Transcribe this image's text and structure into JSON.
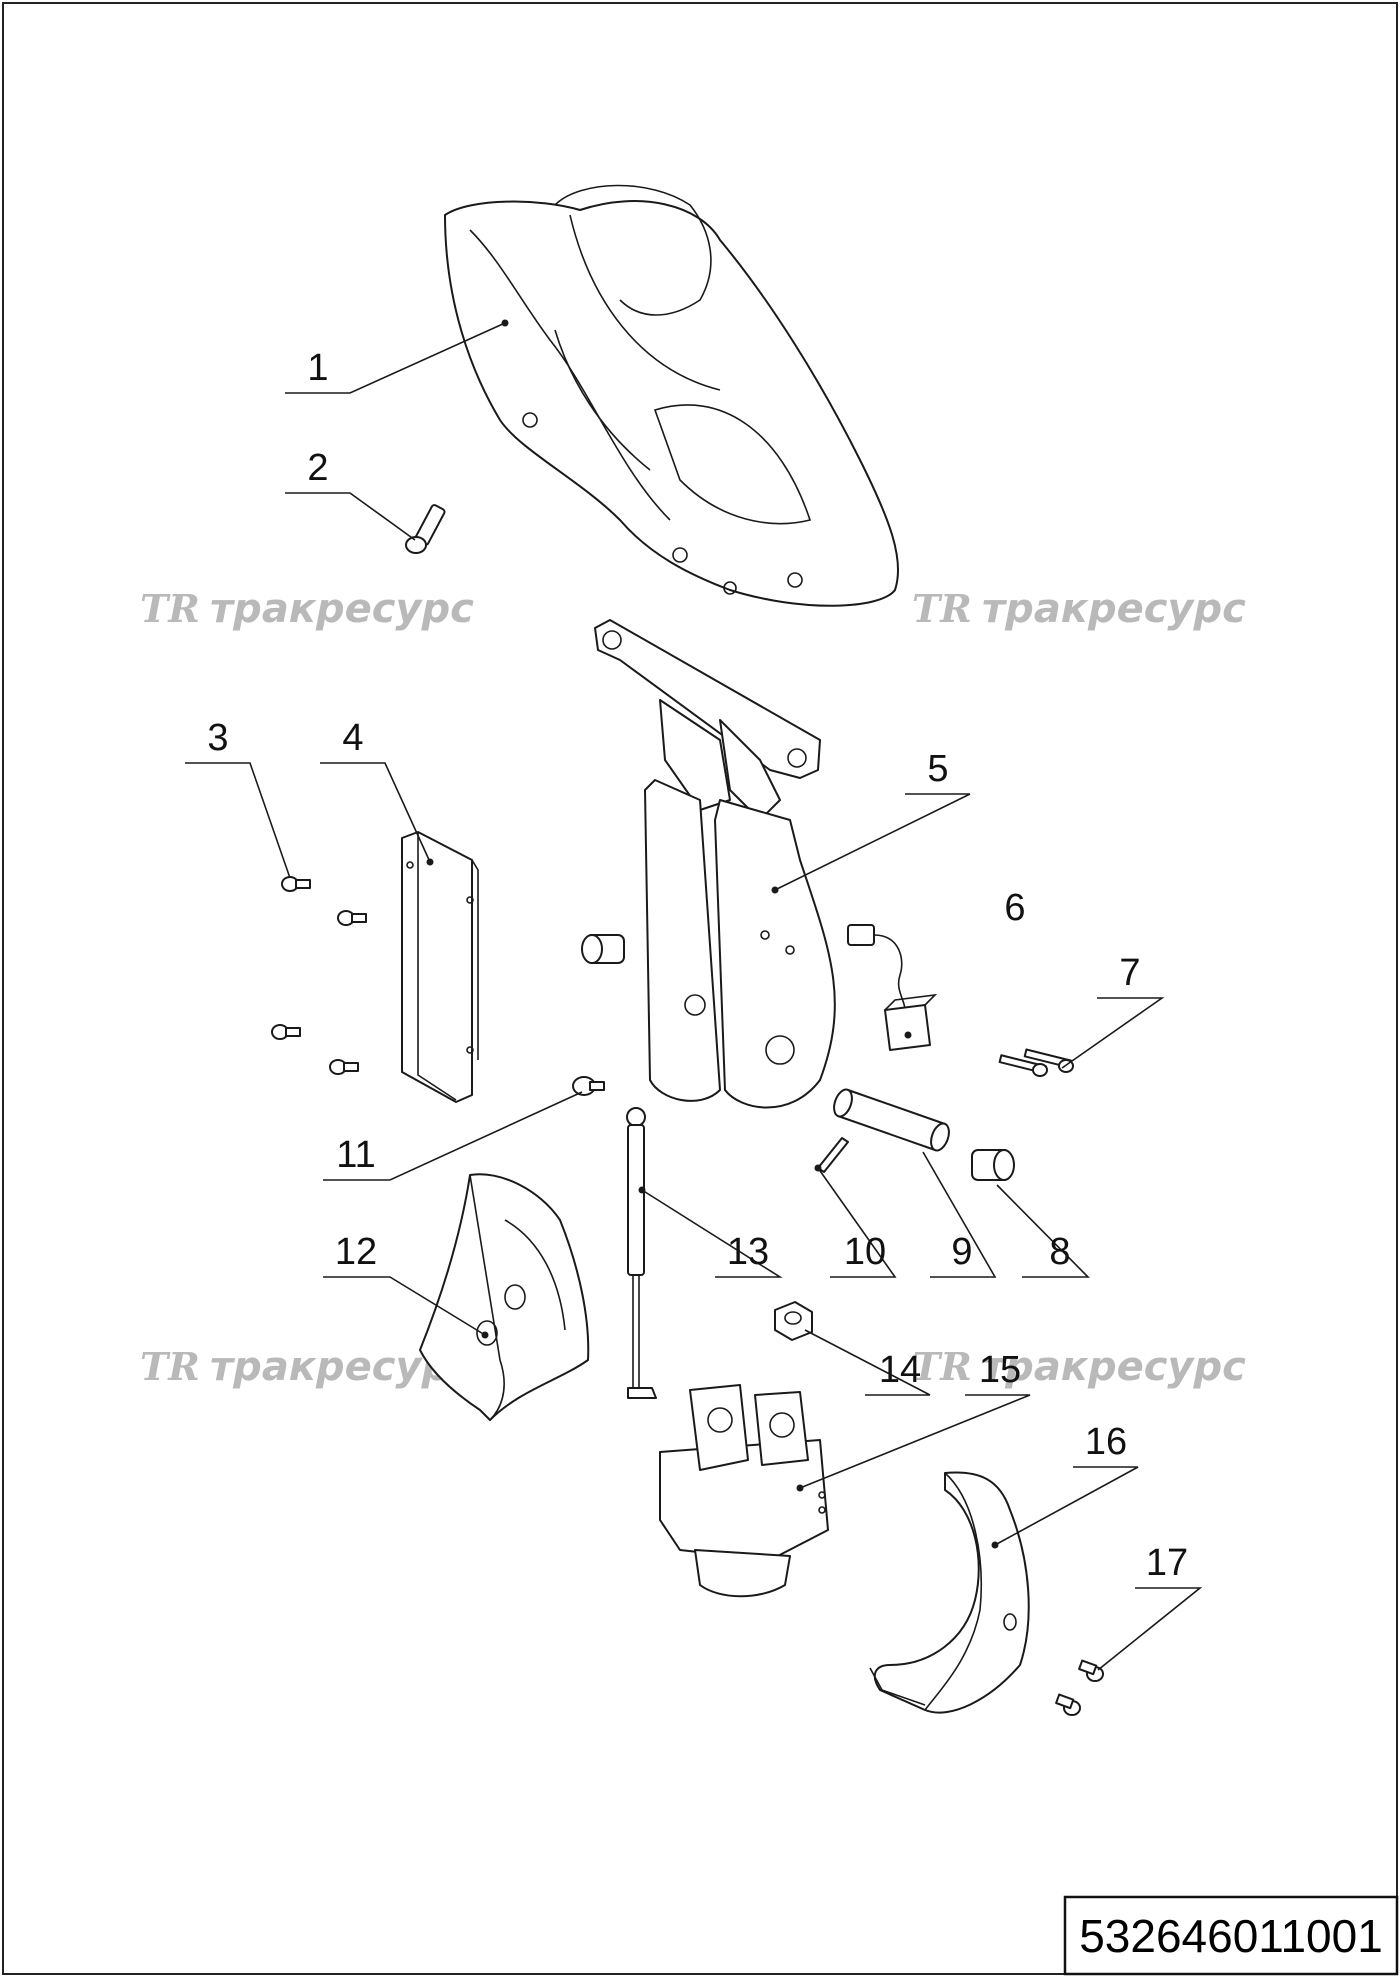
{
  "callouts": [
    "1",
    "2",
    "3",
    "4",
    "5",
    "6",
    "7",
    "8",
    "9",
    "10",
    "11",
    "12",
    "13",
    "14",
    "15",
    "16",
    "17"
  ],
  "watermark": {
    "logo": "TR",
    "text": "тракресурс"
  },
  "drawing_number": "532646011001"
}
